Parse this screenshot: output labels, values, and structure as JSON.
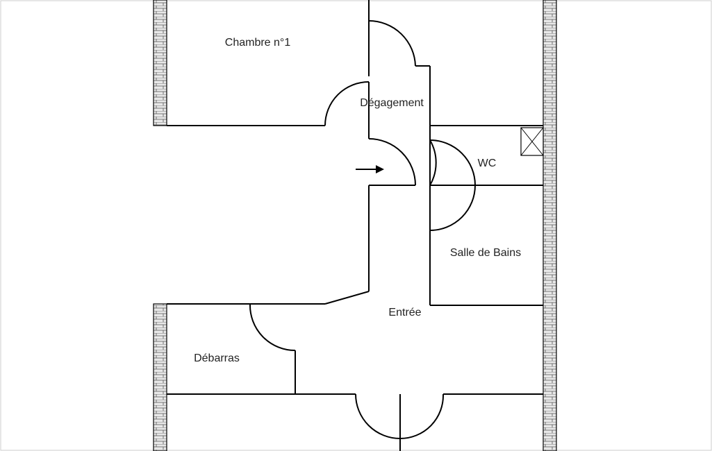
{
  "rooms": {
    "chambre1": "Chambre n°1",
    "degagement": "Dégagement",
    "wc": "WC",
    "salle_de_bains": "Salle de Bains",
    "entree": "Entrée",
    "debarras": "Débarras"
  },
  "colors": {
    "wall": "#000000",
    "brick_fill": "#e8e8e8",
    "brick_line": "#555555",
    "frame": "#cccccc",
    "background": "#ffffff"
  },
  "icons": [
    "entry-arrow-icon",
    "ventilation-box-icon"
  ]
}
